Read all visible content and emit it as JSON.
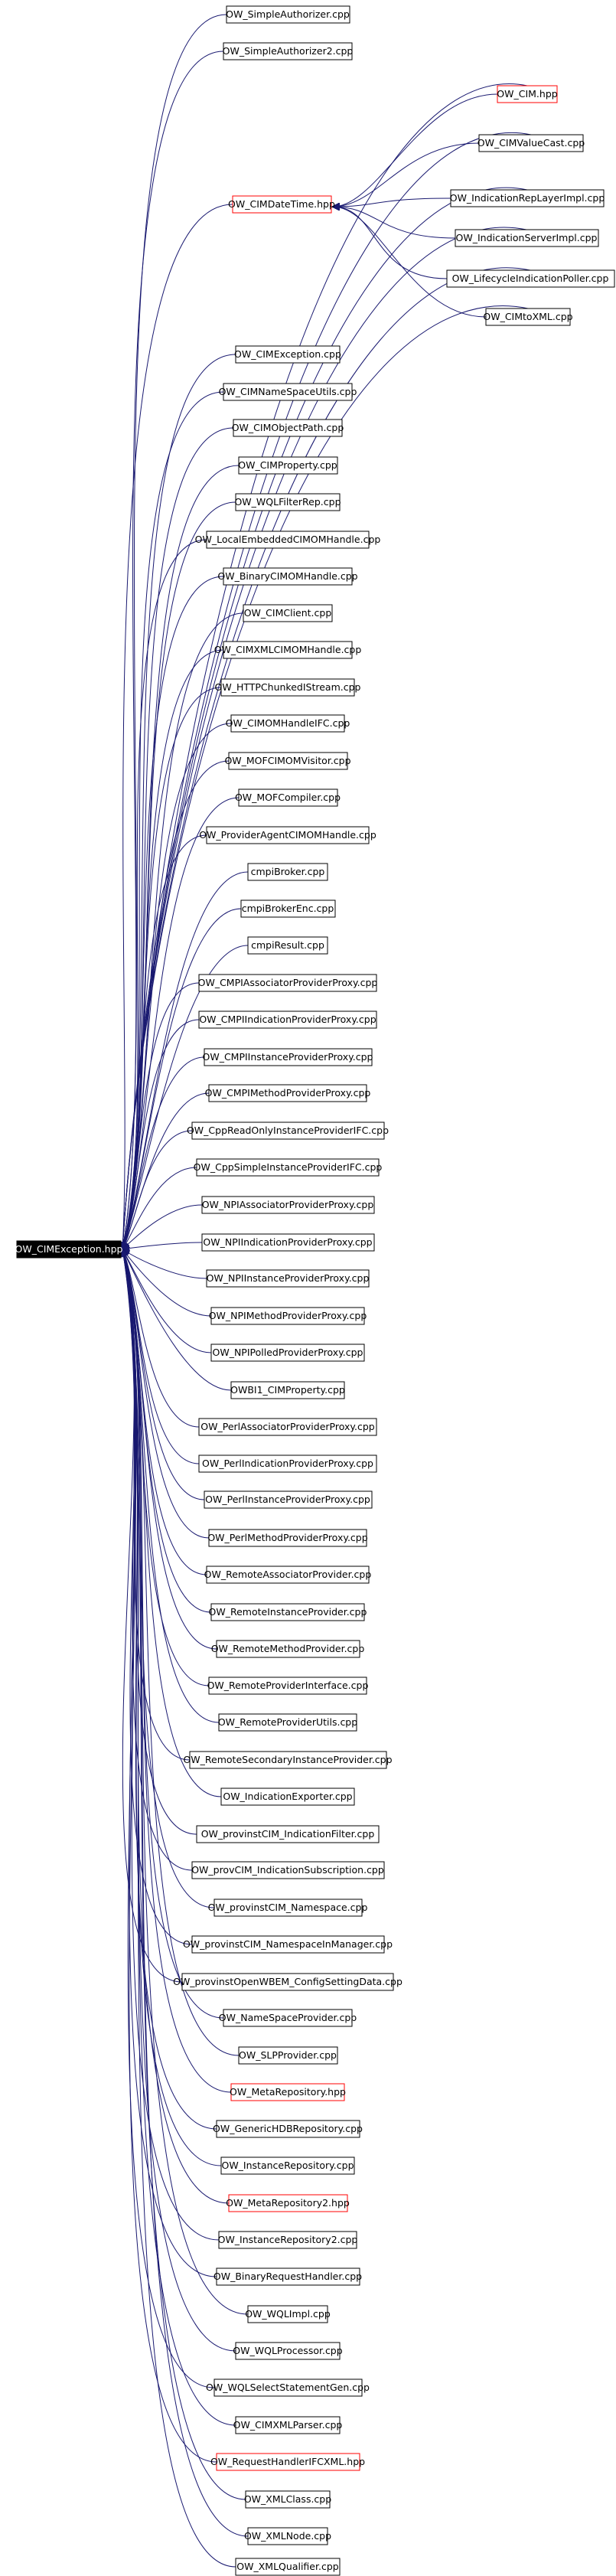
{
  "colors": {
    "edge": "#191970",
    "node_border": "#000000",
    "node_border_link": "#ff0000",
    "root_fill": "#000000",
    "root_text": "#ffffff"
  },
  "root": {
    "id": "root",
    "label": "OW_CIMException.hpp"
  },
  "hub": {
    "id": "datetime",
    "label": "OW_CIMDateTime.hpp",
    "red": true
  },
  "hub_children": [
    {
      "id": "cimhpp",
      "label": "OW_CIM.hpp",
      "red": true
    },
    {
      "id": "valuecast",
      "label": "OW_CIMValueCast.cpp"
    },
    {
      "id": "indrep",
      "label": "OW_IndicationRepLayerImpl.cpp"
    },
    {
      "id": "indserv",
      "label": "OW_IndicationServerImpl.cpp"
    },
    {
      "id": "lifecycle",
      "label": "OW_LifecycleIndicationPoller.cpp"
    },
    {
      "id": "tonxml",
      "label": "OW_CIMtoXML.cpp"
    }
  ],
  "nodes": [
    {
      "id": "n1",
      "label": "OW_SimpleAuthorizer.cpp"
    },
    {
      "id": "n2",
      "label": "OW_SimpleAuthorizer2.cpp"
    },
    {
      "id": "n3",
      "label": "OW_CIMException.cpp"
    },
    {
      "id": "n4",
      "label": "OW_CIMNameSpaceUtils.cpp"
    },
    {
      "id": "n5",
      "label": "OW_CIMObjectPath.cpp"
    },
    {
      "id": "n6",
      "label": "OW_CIMProperty.cpp"
    },
    {
      "id": "n7",
      "label": "OW_WQLFilterRep.cpp"
    },
    {
      "id": "n8",
      "label": "OW_LocalEmbeddedCIMOMHandle.cpp"
    },
    {
      "id": "n9",
      "label": "OW_BinaryCIMOMHandle.cpp"
    },
    {
      "id": "n10",
      "label": "OW_CIMClient.cpp"
    },
    {
      "id": "n11",
      "label": "OW_CIMXMLCIMOMHandle.cpp"
    },
    {
      "id": "n12",
      "label": "OW_HTTPChunkedIStream.cpp"
    },
    {
      "id": "n13",
      "label": "OW_CIMOMHandleIFC.cpp"
    },
    {
      "id": "n14",
      "label": "OW_MOFCIMOMVisitor.cpp"
    },
    {
      "id": "n15",
      "label": "OW_MOFCompiler.cpp"
    },
    {
      "id": "n16",
      "label": "OW_ProviderAgentCIMOMHandle.cpp"
    },
    {
      "id": "n17",
      "label": "cmpiBroker.cpp"
    },
    {
      "id": "n18",
      "label": "cmpiBrokerEnc.cpp"
    },
    {
      "id": "n19",
      "label": "cmpiResult.cpp"
    },
    {
      "id": "n20",
      "label": "OW_CMPIAssociatorProviderProxy.cpp"
    },
    {
      "id": "n21",
      "label": "OW_CMPIIndicationProviderProxy.cpp"
    },
    {
      "id": "n22",
      "label": "OW_CMPIInstanceProviderProxy.cpp"
    },
    {
      "id": "n23",
      "label": "OW_CMPIMethodProviderProxy.cpp"
    },
    {
      "id": "n24",
      "label": "OW_CppReadOnlyInstanceProviderIFC.cpp"
    },
    {
      "id": "n25",
      "label": "OW_CppSimpleInstanceProviderIFC.cpp"
    },
    {
      "id": "n26",
      "label": "OW_NPIAssociatorProviderProxy.cpp"
    },
    {
      "id": "n27",
      "label": "OW_NPIIndicationProviderProxy.cpp"
    },
    {
      "id": "n28",
      "label": "OW_NPIInstanceProviderProxy.cpp"
    },
    {
      "id": "n29",
      "label": "OW_NPIMethodProviderProxy.cpp"
    },
    {
      "id": "n30",
      "label": "OW_NPIPolledProviderProxy.cpp"
    },
    {
      "id": "n31",
      "label": "OWBI1_CIMProperty.cpp"
    },
    {
      "id": "n32",
      "label": "OW_PerlAssociatorProviderProxy.cpp"
    },
    {
      "id": "n33",
      "label": "OW_PerlIndicationProviderProxy.cpp"
    },
    {
      "id": "n34",
      "label": "OW_PerlInstanceProviderProxy.cpp"
    },
    {
      "id": "n35",
      "label": "OW_PerlMethodProviderProxy.cpp"
    },
    {
      "id": "n36",
      "label": "OW_RemoteAssociatorProvider.cpp"
    },
    {
      "id": "n37",
      "label": "OW_RemoteInstanceProvider.cpp"
    },
    {
      "id": "n38",
      "label": "OW_RemoteMethodProvider.cpp"
    },
    {
      "id": "n39",
      "label": "OW_RemoteProviderInterface.cpp"
    },
    {
      "id": "n40",
      "label": "OW_RemoteProviderUtils.cpp"
    },
    {
      "id": "n41",
      "label": "OW_RemoteSecondaryInstanceProvider.cpp"
    },
    {
      "id": "n42",
      "label": "OW_IndicationExporter.cpp"
    },
    {
      "id": "n43",
      "label": "OW_provinstCIM_IndicationFilter.cpp"
    },
    {
      "id": "n44",
      "label": "OW_provCIM_IndicationSubscription.cpp"
    },
    {
      "id": "n45",
      "label": "OW_provinstCIM_Namespace.cpp"
    },
    {
      "id": "n46",
      "label": "OW_provinstCIM_NamespaceInManager.cpp"
    },
    {
      "id": "n47",
      "label": "OW_provinstOpenWBEM_ConfigSettingData.cpp"
    },
    {
      "id": "n48",
      "label": "OW_NameSpaceProvider.cpp"
    },
    {
      "id": "n49",
      "label": "OW_SLPProvider.cpp"
    },
    {
      "id": "n50",
      "label": "OW_MetaRepository.hpp",
      "red": true
    },
    {
      "id": "n51",
      "label": "OW_GenericHDBRepository.cpp"
    },
    {
      "id": "n52",
      "label": "OW_InstanceRepository.cpp"
    },
    {
      "id": "n53",
      "label": "OW_MetaRepository2.hpp",
      "red": true
    },
    {
      "id": "n54",
      "label": "OW_InstanceRepository2.cpp"
    },
    {
      "id": "n55",
      "label": "OW_BinaryRequestHandler.cpp"
    },
    {
      "id": "n56",
      "label": "OW_WQLImpl.cpp"
    },
    {
      "id": "n57",
      "label": "OW_WQLProcessor.cpp"
    },
    {
      "id": "n58",
      "label": "OW_WQLSelectStatementGen.cpp"
    },
    {
      "id": "n59",
      "label": "OW_CIMXMLParser.cpp"
    },
    {
      "id": "n60",
      "label": "OW_RequestHandlerIFCXML.hpp",
      "red": true
    },
    {
      "id": "n61",
      "label": "OW_XMLClass.cpp"
    },
    {
      "id": "n62",
      "label": "OW_XMLNode.cpp"
    },
    {
      "id": "n63",
      "label": "OW_XMLQualifier.cpp"
    }
  ]
}
